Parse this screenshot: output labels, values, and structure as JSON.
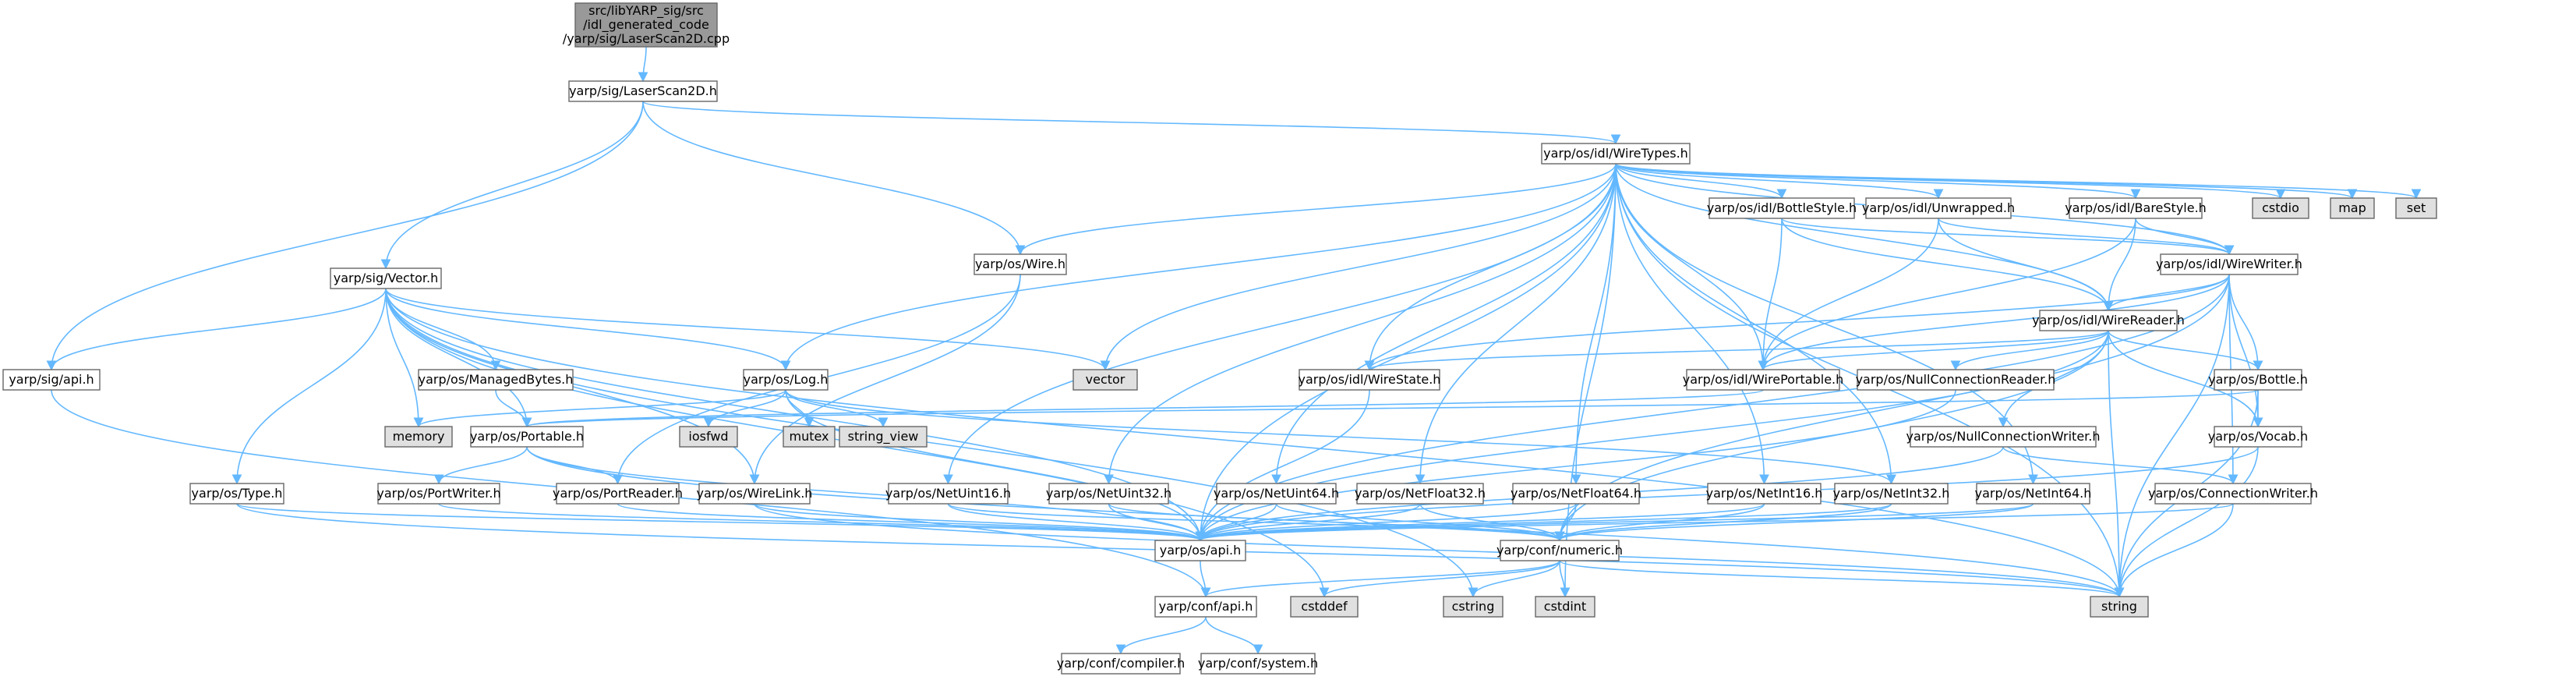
{
  "colors": {
    "edge": "#63b8ff",
    "node_border": "#666666",
    "node_fill": "#ffffff",
    "root_fill": "#999999",
    "system_fill": "#e0e0e0",
    "external_text": "#ff0000",
    "text": "#000000"
  },
  "nodes": [
    {
      "id": "root",
      "lines": [
        "src/libYARP_sig/src",
        "/idl_generated_code",
        "/yarp/sig/LaserScan2D.cpp"
      ],
      "kind": "root"
    },
    {
      "id": "laserscan2d_h",
      "lines": [
        "yarp/sig/LaserScan2D.h"
      ],
      "kind": "normal"
    },
    {
      "id": "wiretypes_h",
      "lines": [
        "yarp/os/idl/WireTypes.h"
      ],
      "kind": "normal"
    },
    {
      "id": "sig_api_h",
      "lines": [
        "yarp/sig/api.h"
      ],
      "kind": "normal"
    },
    {
      "id": "sig_vector_h",
      "lines": [
        "yarp/sig/Vector.h"
      ],
      "kind": "normal"
    },
    {
      "id": "os_wire_h",
      "lines": [
        "yarp/os/Wire.h"
      ],
      "kind": "normal"
    },
    {
      "id": "managedbytes_h",
      "lines": [
        "yarp/os/ManagedBytes.h"
      ],
      "kind": "external"
    },
    {
      "id": "os_log_h",
      "lines": [
        "yarp/os/Log.h"
      ],
      "kind": "normal"
    },
    {
      "id": "os_portable_h",
      "lines": [
        "yarp/os/Portable.h"
      ],
      "kind": "normal"
    },
    {
      "id": "os_type_h",
      "lines": [
        "yarp/os/Type.h"
      ],
      "kind": "normal"
    },
    {
      "id": "portwriter_h",
      "lines": [
        "yarp/os/PortWriter.h"
      ],
      "kind": "normal"
    },
    {
      "id": "portreader_h",
      "lines": [
        "yarp/os/PortReader.h"
      ],
      "kind": "normal"
    },
    {
      "id": "wirelink_h",
      "lines": [
        "yarp/os/WireLink.h"
      ],
      "kind": "normal"
    },
    {
      "id": "netuint16_h",
      "lines": [
        "yarp/os/NetUint16.h"
      ],
      "kind": "normal"
    },
    {
      "id": "netuint32_h",
      "lines": [
        "yarp/os/NetUint32.h"
      ],
      "kind": "normal"
    },
    {
      "id": "netuint64_h",
      "lines": [
        "yarp/os/NetUint64.h"
      ],
      "kind": "normal"
    },
    {
      "id": "netfloat32_h",
      "lines": [
        "yarp/os/NetFloat32.h"
      ],
      "kind": "normal"
    },
    {
      "id": "netfloat64_h",
      "lines": [
        "yarp/os/NetFloat64.h"
      ],
      "kind": "normal"
    },
    {
      "id": "netint16_h",
      "lines": [
        "yarp/os/NetInt16.h"
      ],
      "kind": "normal"
    },
    {
      "id": "netint32_h",
      "lines": [
        "yarp/os/NetInt32.h"
      ],
      "kind": "normal"
    },
    {
      "id": "netint64_h",
      "lines": [
        "yarp/os/NetInt64.h"
      ],
      "kind": "normal"
    },
    {
      "id": "bottlestyle_h",
      "lines": [
        "yarp/os/idl/BottleStyle.h"
      ],
      "kind": "normal"
    },
    {
      "id": "unwrapped_h",
      "lines": [
        "yarp/os/idl/Unwrapped.h"
      ],
      "kind": "normal"
    },
    {
      "id": "barestyle_h",
      "lines": [
        "yarp/os/idl/BareStyle.h"
      ],
      "kind": "normal"
    },
    {
      "id": "wirewriter_h",
      "lines": [
        "yarp/os/idl/WireWriter.h"
      ],
      "kind": "normal"
    },
    {
      "id": "wirereader_h",
      "lines": [
        "yarp/os/idl/WireReader.h"
      ],
      "kind": "normal"
    },
    {
      "id": "wirestate_h",
      "lines": [
        "yarp/os/idl/WireState.h"
      ],
      "kind": "normal"
    },
    {
      "id": "wireportable_h",
      "lines": [
        "yarp/os/idl/WirePortable.h"
      ],
      "kind": "normal"
    },
    {
      "id": "nullconnreader_h",
      "lines": [
        "yarp/os/NullConnectionReader.h"
      ],
      "kind": "external"
    },
    {
      "id": "nullconnwriter_h",
      "lines": [
        "yarp/os/NullConnectionWriter.h"
      ],
      "kind": "normal"
    },
    {
      "id": "bottle_h",
      "lines": [
        "yarp/os/Bottle.h"
      ],
      "kind": "external"
    },
    {
      "id": "vocab_h",
      "lines": [
        "yarp/os/Vocab.h"
      ],
      "kind": "normal"
    },
    {
      "id": "connwriter_h",
      "lines": [
        "yarp/os/ConnectionWriter.h"
      ],
      "kind": "normal"
    },
    {
      "id": "os_api_h",
      "lines": [
        "yarp/os/api.h"
      ],
      "kind": "normal"
    },
    {
      "id": "conf_numeric_h",
      "lines": [
        "yarp/conf/numeric.h"
      ],
      "kind": "external"
    },
    {
      "id": "conf_api_h",
      "lines": [
        "yarp/conf/api.h"
      ],
      "kind": "normal"
    },
    {
      "id": "conf_compiler_h",
      "lines": [
        "yarp/conf/compiler.h"
      ],
      "kind": "normal"
    },
    {
      "id": "conf_system_h",
      "lines": [
        "yarp/conf/system.h"
      ],
      "kind": "normal"
    },
    {
      "id": "cstdio",
      "lines": [
        "cstdio"
      ],
      "kind": "system"
    },
    {
      "id": "map",
      "lines": [
        "map"
      ],
      "kind": "system"
    },
    {
      "id": "set",
      "lines": [
        "set"
      ],
      "kind": "system"
    },
    {
      "id": "vector",
      "lines": [
        "vector"
      ],
      "kind": "system"
    },
    {
      "id": "memory",
      "lines": [
        "memory"
      ],
      "kind": "system"
    },
    {
      "id": "iosfwd",
      "lines": [
        "iosfwd"
      ],
      "kind": "system"
    },
    {
      "id": "mutex",
      "lines": [
        "mutex"
      ],
      "kind": "system"
    },
    {
      "id": "string_view",
      "lines": [
        "string_view"
      ],
      "kind": "system"
    },
    {
      "id": "cstddef",
      "lines": [
        "cstddef"
      ],
      "kind": "system"
    },
    {
      "id": "cstring",
      "lines": [
        "cstring"
      ],
      "kind": "system"
    },
    {
      "id": "cstdint",
      "lines": [
        "cstdint"
      ],
      "kind": "system"
    },
    {
      "id": "string",
      "lines": [
        "string"
      ],
      "kind": "system"
    }
  ],
  "edges": [
    [
      "root",
      "laserscan2d_h"
    ],
    [
      "laserscan2d_h",
      "wiretypes_h"
    ],
    [
      "laserscan2d_h",
      "sig_api_h"
    ],
    [
      "laserscan2d_h",
      "sig_vector_h"
    ],
    [
      "laserscan2d_h",
      "os_wire_h"
    ],
    [
      "wiretypes_h",
      "string"
    ],
    [
      "wiretypes_h",
      "map"
    ],
    [
      "wiretypes_h",
      "set"
    ],
    [
      "wiretypes_h",
      "cstdio"
    ],
    [
      "wiretypes_h",
      "vector"
    ],
    [
      "wiretypes_h",
      "os_wire_h"
    ],
    [
      "wiretypes_h",
      "os_log_h"
    ],
    [
      "wiretypes_h",
      "os_api_h"
    ],
    [
      "wiretypes_h",
      "netuint16_h"
    ],
    [
      "wiretypes_h",
      "netuint32_h"
    ],
    [
      "wiretypes_h",
      "netuint64_h"
    ],
    [
      "wiretypes_h",
      "netfloat32_h"
    ],
    [
      "wiretypes_h",
      "netfloat64_h"
    ],
    [
      "wiretypes_h",
      "netint16_h"
    ],
    [
      "wiretypes_h",
      "netint32_h"
    ],
    [
      "wiretypes_h",
      "netint64_h"
    ],
    [
      "wiretypes_h",
      "bottlestyle_h"
    ],
    [
      "wiretypes_h",
      "unwrapped_h"
    ],
    [
      "wiretypes_h",
      "barestyle_h"
    ],
    [
      "wiretypes_h",
      "wirewriter_h"
    ],
    [
      "wiretypes_h",
      "wirereader_h"
    ],
    [
      "wiretypes_h",
      "wirestate_h"
    ],
    [
      "wiretypes_h",
      "wireportable_h"
    ],
    [
      "wiretypes_h",
      "cstdint"
    ],
    [
      "sig_api_h",
      "conf_api_h"
    ],
    [
      "sig_vector_h",
      "sig_api_h"
    ],
    [
      "sig_vector_h",
      "vector"
    ],
    [
      "sig_vector_h",
      "managedbytes_h"
    ],
    [
      "sig_vector_h",
      "memory"
    ],
    [
      "sig_vector_h",
      "os_log_h"
    ],
    [
      "sig_vector_h",
      "os_portable_h"
    ],
    [
      "sig_vector_h",
      "os_type_h"
    ],
    [
      "sig_vector_h",
      "cstddef"
    ],
    [
      "sig_vector_h",
      "cstring"
    ],
    [
      "sig_vector_h",
      "string"
    ],
    [
      "sig_vector_h",
      "wirelink_h"
    ],
    [
      "sig_vector_h",
      "os_api_h"
    ],
    [
      "os_wire_h",
      "wirelink_h"
    ],
    [
      "os_wire_h",
      "portreader_h"
    ],
    [
      "managedbytes_h",
      "os_portable_h"
    ],
    [
      "os_log_h",
      "memory"
    ],
    [
      "os_log_h",
      "iosfwd"
    ],
    [
      "os_log_h",
      "mutex"
    ],
    [
      "os_log_h",
      "string_view"
    ],
    [
      "os_log_h",
      "os_api_h"
    ],
    [
      "os_log_h",
      "netint32_h"
    ],
    [
      "os_portable_h",
      "portwriter_h"
    ],
    [
      "os_portable_h",
      "portreader_h"
    ],
    [
      "os_portable_h",
      "os_api_h"
    ],
    [
      "os_portable_h",
      "string"
    ],
    [
      "os_type_h",
      "os_api_h"
    ],
    [
      "os_type_h",
      "string"
    ],
    [
      "portwriter_h",
      "os_api_h"
    ],
    [
      "portreader_h",
      "os_api_h"
    ],
    [
      "wirelink_h",
      "os_api_h"
    ],
    [
      "wirelink_h",
      "string"
    ],
    [
      "netuint16_h",
      "os_api_h"
    ],
    [
      "netuint16_h",
      "conf_numeric_h"
    ],
    [
      "netuint32_h",
      "os_api_h"
    ],
    [
      "netuint32_h",
      "conf_numeric_h"
    ],
    [
      "netuint64_h",
      "os_api_h"
    ],
    [
      "netuint64_h",
      "conf_numeric_h"
    ],
    [
      "netfloat32_h",
      "os_api_h"
    ],
    [
      "netfloat32_h",
      "conf_numeric_h"
    ],
    [
      "netfloat64_h",
      "os_api_h"
    ],
    [
      "netfloat64_h",
      "conf_numeric_h"
    ],
    [
      "netint16_h",
      "os_api_h"
    ],
    [
      "netint16_h",
      "conf_numeric_h"
    ],
    [
      "netint32_h",
      "os_api_h"
    ],
    [
      "netint32_h",
      "conf_numeric_h"
    ],
    [
      "netint64_h",
      "os_api_h"
    ],
    [
      "netint64_h",
      "conf_numeric_h"
    ],
    [
      "bottlestyle_h",
      "wirewriter_h"
    ],
    [
      "bottlestyle_h",
      "wirereader_h"
    ],
    [
      "bottlestyle_h",
      "wireportable_h"
    ],
    [
      "unwrapped_h",
      "wirewriter_h"
    ],
    [
      "unwrapped_h",
      "wirereader_h"
    ],
    [
      "unwrapped_h",
      "wireportable_h"
    ],
    [
      "barestyle_h",
      "wirewriter_h"
    ],
    [
      "barestyle_h",
      "wirereader_h"
    ],
    [
      "barestyle_h",
      "wireportable_h"
    ],
    [
      "wirewriter_h",
      "wirereader_h"
    ],
    [
      "wirewriter_h",
      "wirestate_h"
    ],
    [
      "wirewriter_h",
      "wireportable_h"
    ],
    [
      "wirewriter_h",
      "bottle_h"
    ],
    [
      "wirewriter_h",
      "vocab_h"
    ],
    [
      "wirewriter_h",
      "connwriter_h"
    ],
    [
      "wirewriter_h",
      "os_api_h"
    ],
    [
      "wirewriter_h",
      "conf_numeric_h"
    ],
    [
      "wirewriter_h",
      "string"
    ],
    [
      "wirereader_h",
      "wirestate_h"
    ],
    [
      "wirereader_h",
      "wireportable_h"
    ],
    [
      "wirereader_h",
      "nullconnreader_h"
    ],
    [
      "wirereader_h",
      "nullconnwriter_h"
    ],
    [
      "wirereader_h",
      "bottle_h"
    ],
    [
      "wirereader_h",
      "vocab_h"
    ],
    [
      "wirereader_h",
      "os_api_h"
    ],
    [
      "wirereader_h",
      "conf_numeric_h"
    ],
    [
      "wirereader_h",
      "string"
    ],
    [
      "wirestate_h",
      "os_api_h"
    ],
    [
      "wireportable_h",
      "os_portable_h"
    ],
    [
      "nullconnreader_h",
      "os_api_h"
    ],
    [
      "nullconnwriter_h",
      "connwriter_h"
    ],
    [
      "nullconnwriter_h",
      "os_api_h"
    ],
    [
      "bottle_h",
      "vocab_h"
    ],
    [
      "bottle_h",
      "os_portable_h"
    ],
    [
      "bottle_h",
      "string"
    ],
    [
      "vocab_h",
      "os_api_h"
    ],
    [
      "vocab_h",
      "string"
    ],
    [
      "connwriter_h",
      "os_api_h"
    ],
    [
      "connwriter_h",
      "string"
    ],
    [
      "os_api_h",
      "conf_api_h"
    ],
    [
      "conf_numeric_h",
      "conf_api_h"
    ],
    [
      "conf_numeric_h",
      "cstddef"
    ],
    [
      "conf_numeric_h",
      "cstring"
    ],
    [
      "conf_numeric_h",
      "cstdint"
    ],
    [
      "conf_numeric_h",
      "string"
    ],
    [
      "conf_api_h",
      "conf_compiler_h"
    ],
    [
      "conf_api_h",
      "conf_system_h"
    ]
  ]
}
